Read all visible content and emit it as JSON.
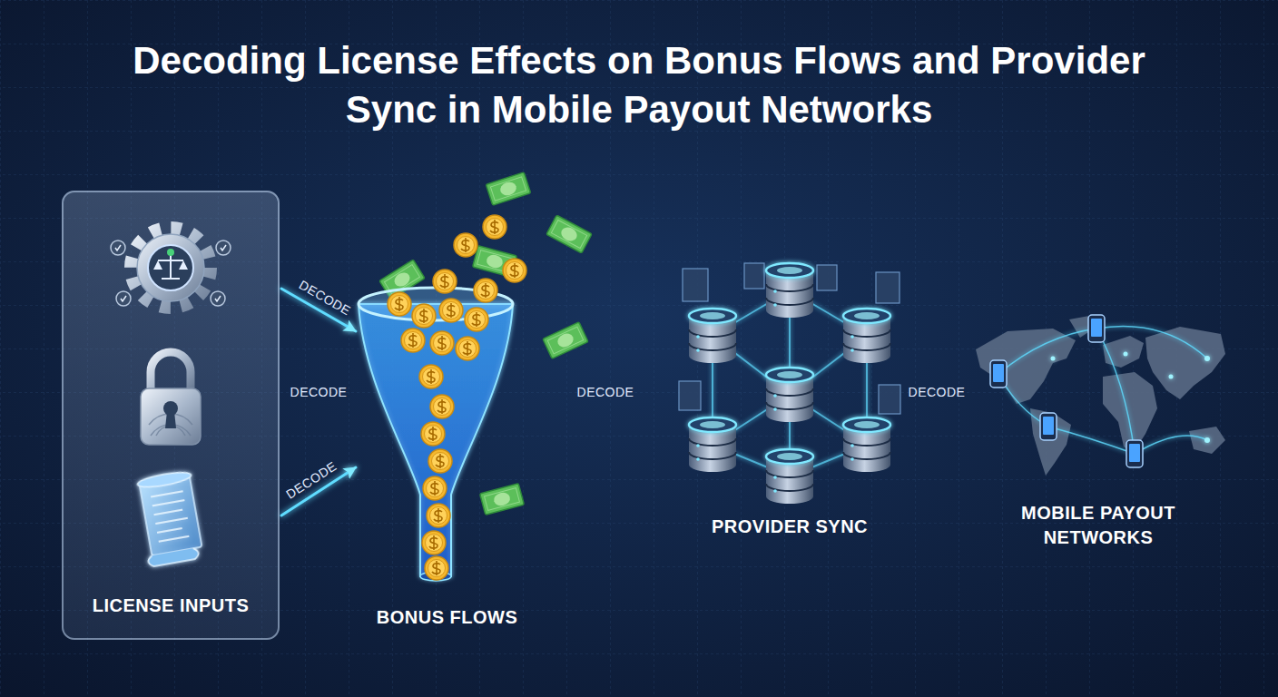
{
  "diagram": {
    "title": "Decoding License Effects on Bonus Flows and Provider Sync in Mobile Payout Networks",
    "nodes": [
      {
        "text": [
          "LICENSE INPUTS"
        ]
      },
      {
        "text": [
          "BONUS FLOWS"
        ]
      },
      {
        "text": [
          "PROVIDER SYNC"
        ]
      },
      {
        "text": [
          "MOBILE PAYOUT NETWORKS"
        ]
      }
    ],
    "edges": [
      {
        "from": 0,
        "to": 1,
        "label": "DECODE",
        "arrow": "to"
      },
      {
        "from": 0,
        "to": 1,
        "label": "DECODE",
        "arrow": "to"
      },
      {
        "from": 0,
        "to": 1,
        "label": "DECODE",
        "arrow": "to"
      },
      {
        "from": 1,
        "to": 2,
        "label": "DECODE",
        "arrow": "to"
      },
      {
        "from": 2,
        "to": 3,
        "label": "DECODE",
        "arrow": "to"
      }
    ]
  }
}
